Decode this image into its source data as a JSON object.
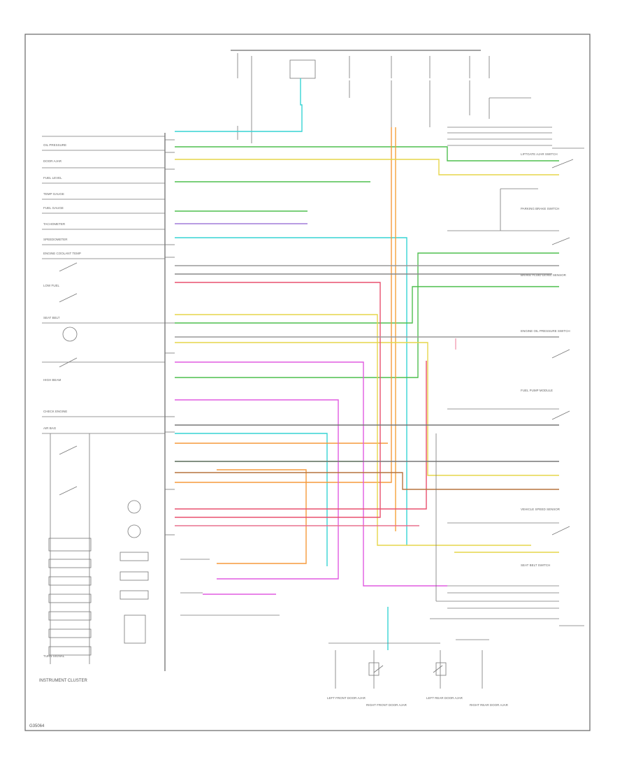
{
  "left_components": [
    "OIL PRESSURE",
    "DOOR AJAR",
    "FUEL LEVEL",
    "TEMP GAUGE",
    "FUEL GAUGE",
    "TACHOMETER",
    "SPEEDOMETER",
    "ENGINE COOLANT TEMP",
    "LOW FUEL",
    "SEAT BELT",
    "HIGH BEAM",
    "CHECK ENGINE",
    "AIR BAG",
    "TURN SIGNAL"
  ],
  "bottom_left": "INSTRUMENT CLUSTER",
  "page_footer": "G35064",
  "bottom_components": [
    "LEFT FRONT DOOR AJAR",
    "RIGHT FRONT DOOR AJAR",
    "LEFT REAR DOOR AJAR",
    "RIGHT REAR DOOR AJAR"
  ],
  "right_components": [
    "LIFTGATE AJAR SWITCH",
    "PARKING BRAKE SWITCH",
    "BRAKE FLUID LEVEL SENSOR",
    "ENGINE OIL PRESSURE SWITCH",
    "FUEL PUMP MODULE",
    "VEHICLE SPEED SENSOR",
    "SEAT BELT SWITCH"
  ]
}
